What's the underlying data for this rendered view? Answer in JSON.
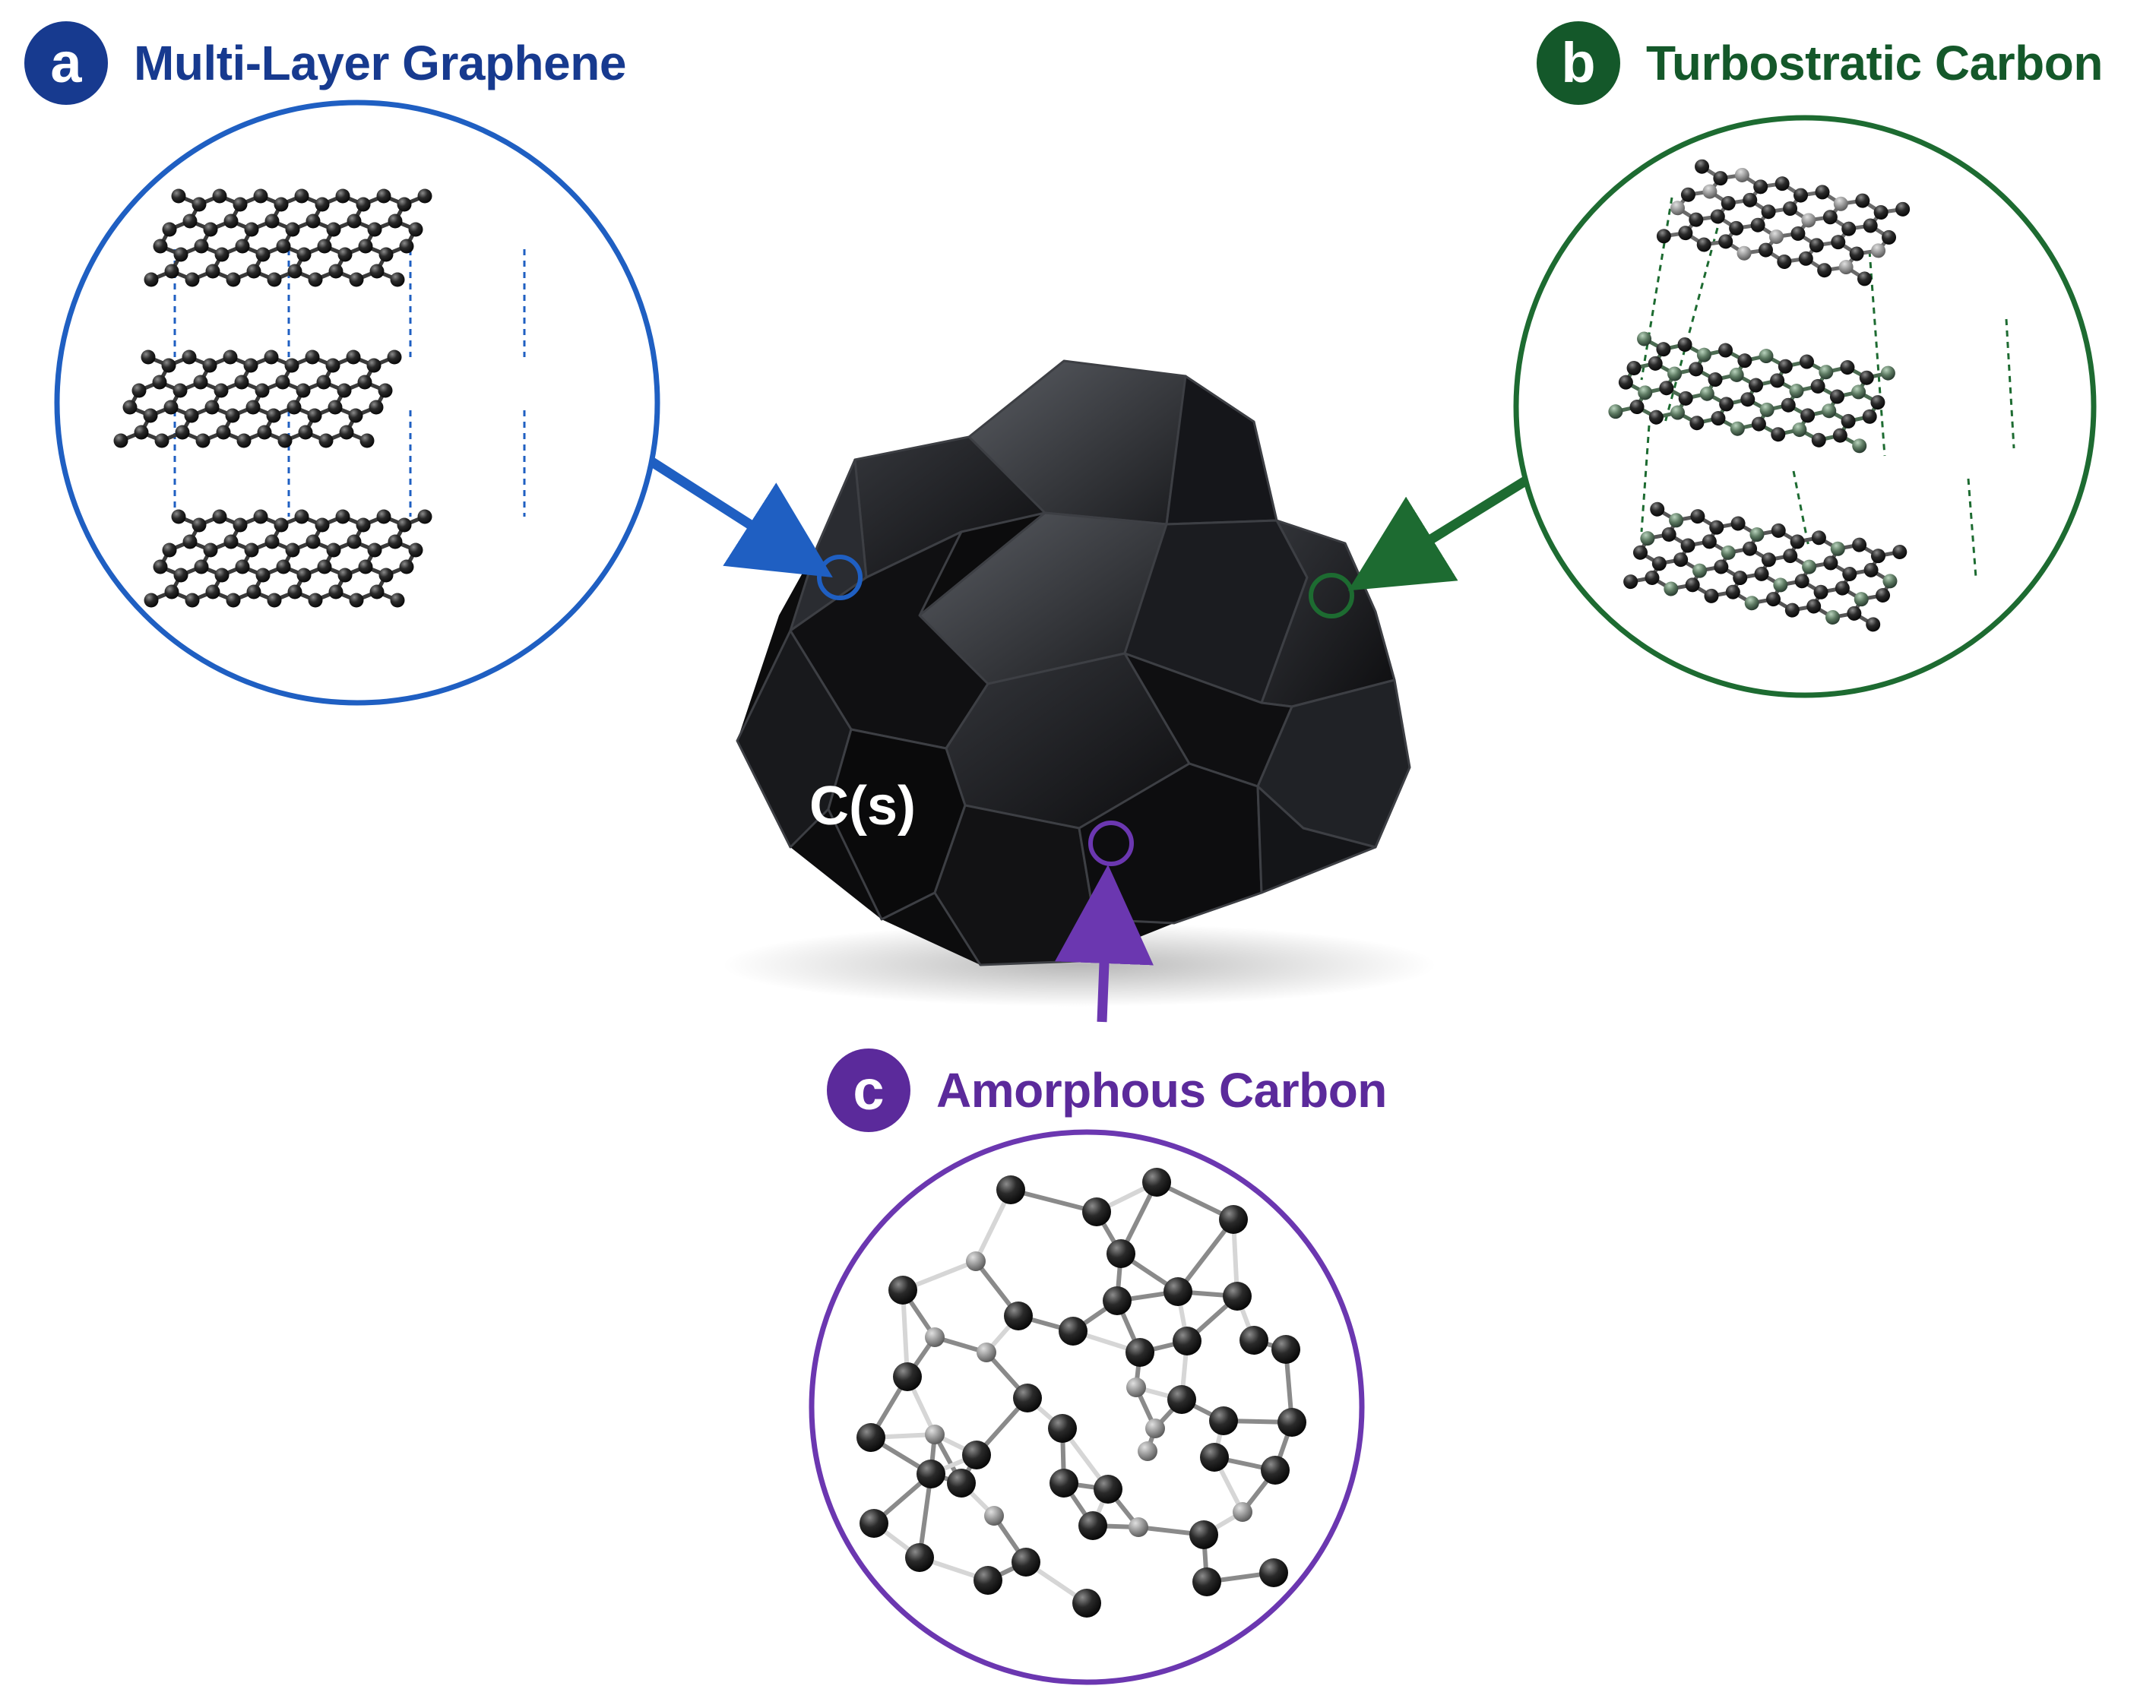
{
  "panels": {
    "a": {
      "letter": "a",
      "title": "Multi-Layer Graphene",
      "color": "#173a8f",
      "accent": "#1f5fc2"
    },
    "b": {
      "letter": "b",
      "title": "Turbostratic Carbon",
      "color": "#14582a",
      "accent": "#1d6b31"
    },
    "c": {
      "letter": "c",
      "title": "Amorphous Carbon",
      "color": "#5b2a9b",
      "accent": "#6b37b0"
    }
  },
  "lump": {
    "label": "C(s)",
    "color": "#141414"
  },
  "atom_color": "#1f1f1f",
  "background": "#ffffff"
}
